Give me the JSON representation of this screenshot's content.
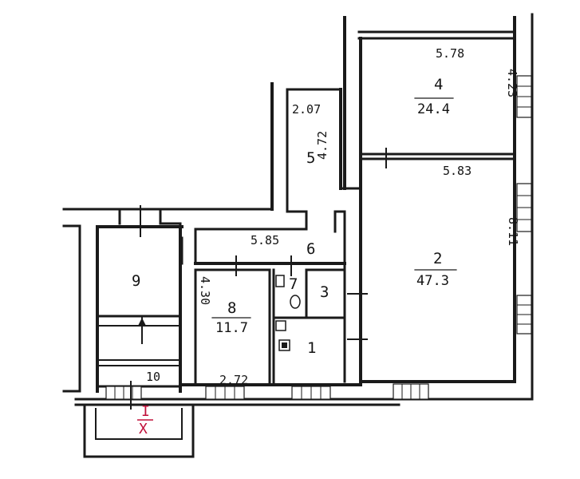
{
  "plan": {
    "rooms": [
      {
        "number": "1",
        "area": ""
      },
      {
        "number": "2",
        "area": "47.3"
      },
      {
        "number": "3",
        "area": ""
      },
      {
        "number": "4",
        "area": "24.4"
      },
      {
        "number": "5",
        "area": ""
      },
      {
        "number": "6",
        "area": ""
      },
      {
        "number": "7",
        "area": ""
      },
      {
        "number": "8",
        "area": "11.7"
      },
      {
        "number": "9",
        "area": ""
      },
      {
        "number": "10",
        "area": ""
      }
    ],
    "dimensions": {
      "room4_width": "5.78",
      "room4_depth": "4.23",
      "room5_width": "2.07",
      "room5_depth": "4.72",
      "room2_width": "5.83",
      "room2_depth": "8.11",
      "room6_width": "5.85",
      "room8_depth": "4.30",
      "room8_width": "2.72"
    },
    "roman_mark": "I",
    "roman_mark_under": "X"
  },
  "colors": {
    "wall": "#1a1a1a",
    "mark": "#c0103a",
    "background": "#ffffff"
  }
}
